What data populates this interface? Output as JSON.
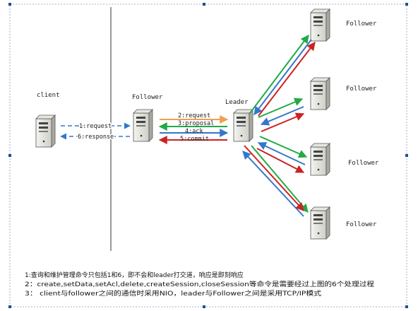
{
  "nodes": {
    "client": "client",
    "follower_mid": "Follower",
    "leader": "Leader",
    "follower_1": "Follower",
    "follower_2": "Follower",
    "follower_3": "Follower",
    "follower_4": "Follower"
  },
  "client_messages": {
    "request": "1:request",
    "response": "6:response"
  },
  "leader_messages": {
    "request": "2:request",
    "proposal": "3:proposal",
    "ack": "4:ack",
    "commit": "5:commit"
  },
  "notes": [
    "1:查询和维护管理命令只包括1和6，即不会和leader打交道，响应是即刻响应",
    "2：create,setData,setAcl,delete,createSession,closeSession等命令是需要经过上图的6个处理过程",
    "3： client与follower之间的通信时采用NIO，leader与Follower之间是采用TCP/IP模式"
  ],
  "colors": {
    "request": "#f0a050",
    "proposal": "#22aa44",
    "ack": "#3377cc",
    "commit": "#cc2222",
    "client_link": "#3377cc"
  }
}
